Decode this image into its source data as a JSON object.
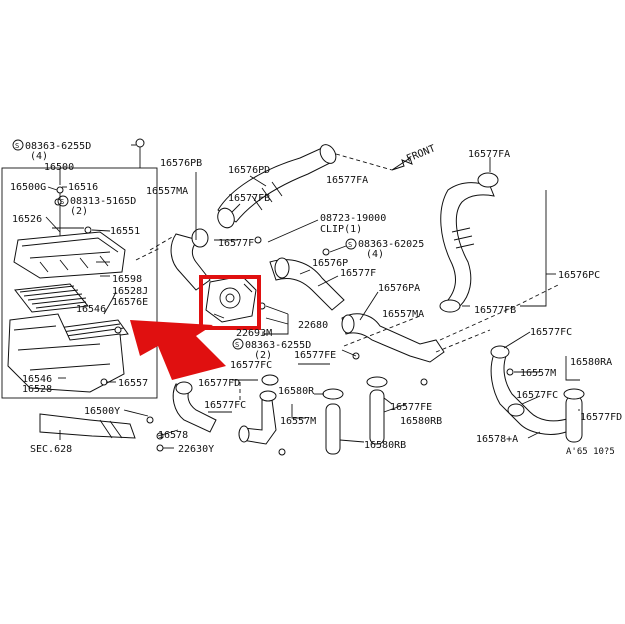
{
  "diagram": {
    "labels": {
      "s08363_6255d_top": "08363-6255D",
      "qty4_top": "(4)",
      "p16500": "16500",
      "p16500g": "16500G",
      "p16516": "16516",
      "s08313_5165d": "08313-5165D",
      "qty2_mid": "(2)",
      "p16526": "16526",
      "p16551": "16551",
      "p16598": "16598",
      "p16528j": "16528J",
      "p16576e": "16576E",
      "p16546_a": "16546",
      "p16546_b": "16546",
      "p16528": "16528",
      "p16557": "16557",
      "p16500y": "16500Y",
      "sec628": "SEC.628",
      "p16576pb": "16576PB",
      "p16557ma_left": "16557MA",
      "p16576pd": "16576PD",
      "p16577fa_mid": "16577FA",
      "p16577fb_mid": "16577FB",
      "p16577f_left": "16577F",
      "p08723_19000": "08723-19000",
      "clip1": "CLIP(1)",
      "s08363_62025": "08363-62025",
      "qty4_mid": "(4)",
      "p16576p": "16576P",
      "p16577f_mid": "16577F",
      "p16576pa": "16576PA",
      "p16557ma_mid": "16557MA",
      "p22680": "22680",
      "p22693m": "22693M",
      "s08363_6255d_mid": "08363-6255D",
      "qty2_low": "(2)",
      "p16577fc_a": "16577FC",
      "p16577fe_a": "16577FE",
      "p16577fd_left": "16577FD",
      "p16580r": "16580R",
      "p16577fc_b": "16577FC",
      "p16557m_mid": "16557M",
      "p16578": "16578",
      "p22630y": "22630Y",
      "p16577fe_b": "16577FE",
      "p16580rb_a": "16580RB",
      "p16580rb_b": "16580RB",
      "front": "FRONT",
      "p16577fa_right": "16577FA",
      "p16576pc": "16576PC",
      "p16577fb_right": "16577FB",
      "p16577fc_right": "16577FC",
      "p16580ra": "16580RA",
      "p16557m_right": "16557M",
      "p16577fc_right2": "16577FC",
      "p16577fd_right": "16577FD",
      "p16578a": "16578+A",
      "ref_code": "A'65 10?5"
    },
    "colors": {
      "line": "#111111",
      "highlight": "#e01010",
      "background": "#ffffff"
    }
  }
}
